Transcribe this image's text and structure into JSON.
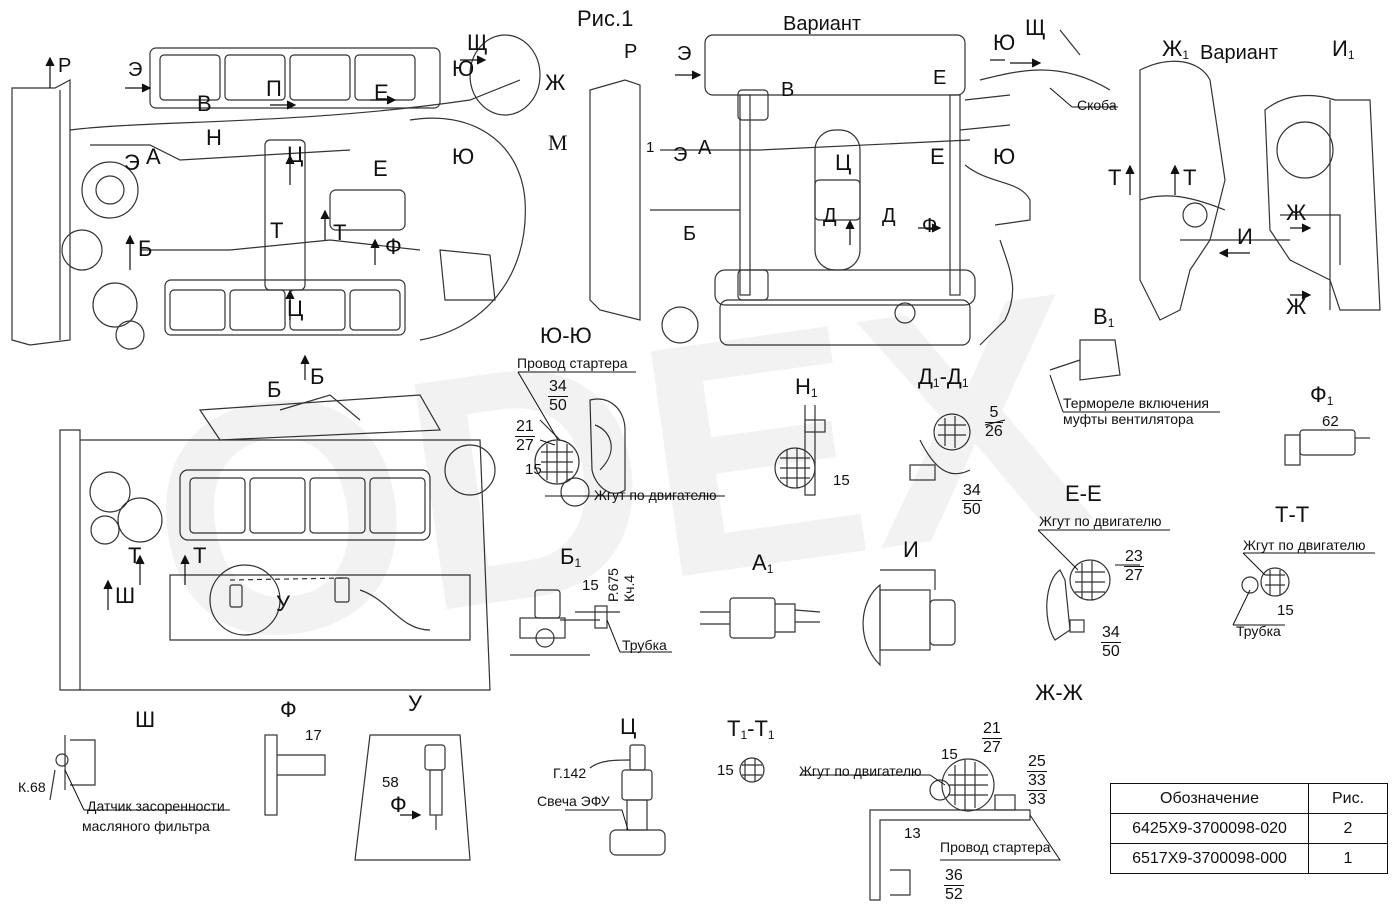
{
  "figure_title": "Рис.1",
  "variant_top": "Вариант",
  "variant_side": "Вариант",
  "section_labels": {
    "yu_yu": "Ю-Ю",
    "n1": "Н",
    "d1_d1": "Д-Д",
    "b1": "Б",
    "a1": "А",
    "i": "И",
    "e_e": "Е-Е",
    "t_t": "Т-Т",
    "zh_zh": "Ж-Ж",
    "sh": "Ш",
    "f": "Ф",
    "u": "У",
    "ts": "Ц",
    "t1_t1": "Т-Т",
    "v1": "В",
    "f1": "Ф",
    "zh1": "Ж",
    "i1": "И"
  },
  "subscript": "1",
  "view_letters": {
    "p": "Р",
    "e_hard": "Э",
    "yu": "Ю",
    "shch": "Щ",
    "v": "В",
    "p_cyr": "П",
    "e": "Е",
    "n": "Н",
    "a": "А",
    "ts": "Ц",
    "t": "Т",
    "b": "Б",
    "f": "Ф",
    "m": "М",
    "zh": "Ж",
    "d": "Д",
    "i": "И",
    "sh": "Ш",
    "u": "У",
    "one": "1"
  },
  "callouts": {
    "starter_wire": "Провод стартера",
    "engine_harness": "Жгут по двигателю",
    "tube": "Трубка",
    "bracket": "Скоба",
    "thermorelay_line1": "Термореле включения",
    "thermorelay_line2": "муфты вентилятора",
    "filter_sensor_line1": "Датчик засоренности",
    "filter_sensor_line2": "масляного фильтра",
    "glow_plug": "Свеча ЭФУ",
    "ref_g142": "Г.142",
    "ref_k68": "К.68",
    "ref_p675": "Р.675",
    "ref_kch4": "Кч.4"
  },
  "part_numbers": {
    "yu_34_50": [
      "34",
      "50"
    ],
    "yu_21_27": [
      "21",
      "27"
    ],
    "yu_15": "15",
    "n1_15": "15",
    "d1_5_26": [
      "5",
      "26"
    ],
    "d1_34_50": [
      "34",
      "50"
    ],
    "e_23_27": [
      "23",
      "27"
    ],
    "e_34_50": [
      "34",
      "50"
    ],
    "t_15": "15",
    "f1_62": "62",
    "b1_15": "15",
    "f_17": "17",
    "u_58": "58",
    "t1_15": "15",
    "zh_21_27": [
      "21",
      "27"
    ],
    "zh_15": "15",
    "zh_25_33_33": [
      "25",
      "33",
      "33"
    ],
    "zh_13": "13",
    "zh_36_52": [
      "36",
      "52"
    ]
  },
  "spec_table": {
    "headers": [
      "Обозначение",
      "Рис."
    ],
    "rows": [
      [
        "6425Х9-3700098-020",
        "2"
      ],
      [
        "6517Х9-3700098-000",
        "1"
      ]
    ]
  }
}
